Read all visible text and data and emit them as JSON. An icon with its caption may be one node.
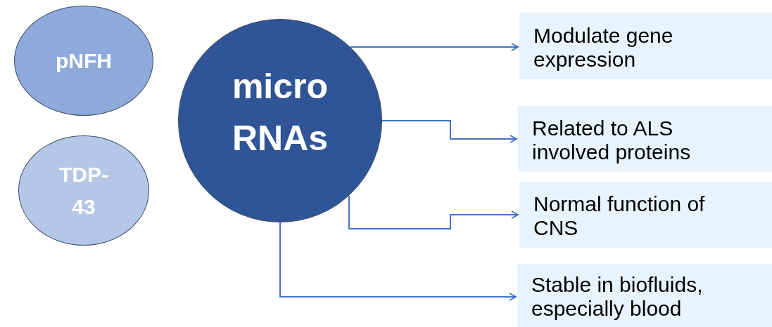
{
  "diagram": {
    "nodes": [
      {
        "text": [
          "pNFH"
        ]
      },
      {
        "text": [
          "TDP- 43"
        ]
      },
      {
        "text": [
          "micro RNAs"
        ]
      },
      {
        "text": [
          "Modulate gene expression"
        ]
      },
      {
        "text": [
          "Related to ALS involved proteins"
        ]
      },
      {
        "text": [
          "Normal function of CNS"
        ]
      },
      {
        "text": [
          "Stable in biofluids, especially blood"
        ]
      }
    ],
    "edges": [
      {
        "from": 2,
        "to": 3,
        "arrow": "to"
      },
      {
        "from": 2,
        "to": 4,
        "arrow": "to"
      },
      {
        "from": 2,
        "to": 5,
        "arrow": "to"
      },
      {
        "from": 2,
        "to": 6,
        "arrow": "to"
      }
    ]
  }
}
